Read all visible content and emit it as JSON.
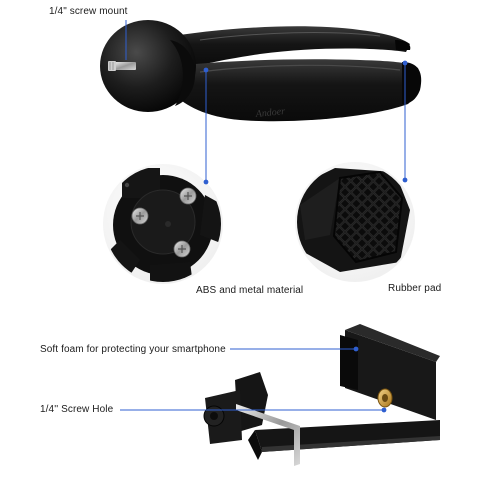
{
  "annotations": {
    "screw_mount": "1/4\" screw mount",
    "abs_metal": "ABS and metal material",
    "rubber_pad": "Rubber pad",
    "soft_foam": "Soft foam for protecting your smartphone",
    "screw_hole": "1/4'' Screw Hole"
  },
  "product": {
    "brand_mark": "Andoer"
  },
  "colors": {
    "pointer_line": "#2f5fd0",
    "body": "#121212",
    "metal": "#b9b9b9",
    "brass": "#c9993a"
  }
}
